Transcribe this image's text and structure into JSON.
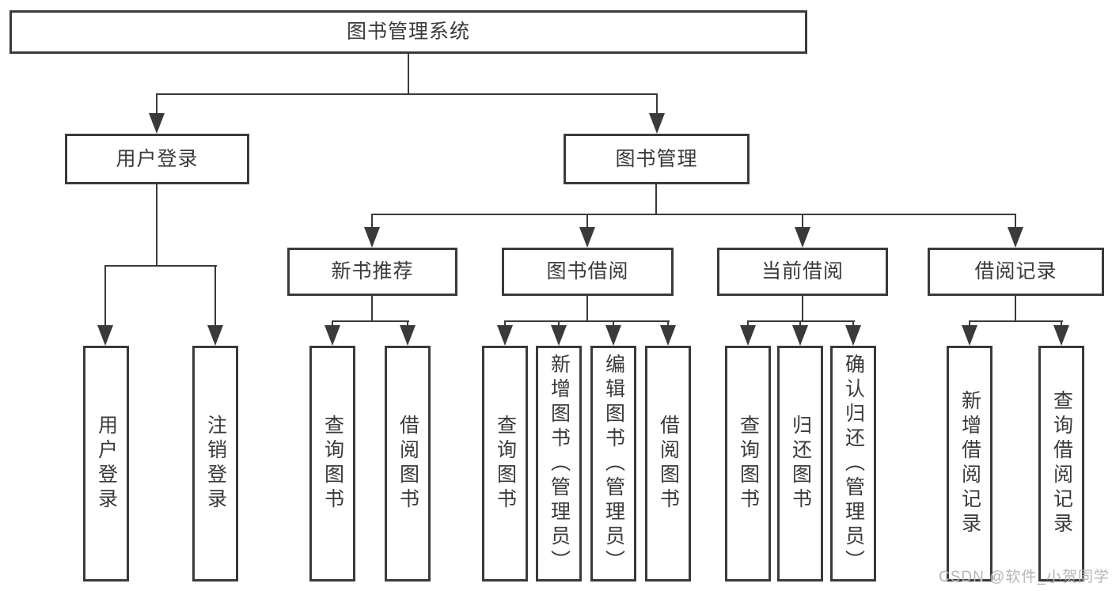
{
  "diagram": {
    "root": {
      "label": "图书管理系统"
    },
    "branches": [
      {
        "label": "用户登录",
        "children": [
          {
            "label": "用户登录"
          },
          {
            "label": "注销登录"
          }
        ]
      },
      {
        "label": "图书管理",
        "children": [
          {
            "label": "新书推荐",
            "children": [
              {
                "label": "查询图书"
              },
              {
                "label": "借阅图书"
              }
            ]
          },
          {
            "label": "图书借阅",
            "children": [
              {
                "label": "查询图书"
              },
              {
                "label": "新增图书（管理员）"
              },
              {
                "label": "编辑图书（管理员）"
              },
              {
                "label": "借阅图书"
              }
            ]
          },
          {
            "label": "当前借阅",
            "children": [
              {
                "label": "查询图书"
              },
              {
                "label": "归还图书"
              },
              {
                "label": "确认归还（管理员）"
              }
            ]
          },
          {
            "label": "借阅记录",
            "children": [
              {
                "label": "新增借阅记录"
              },
              {
                "label": "查询借阅记录"
              }
            ]
          }
        ]
      }
    ]
  },
  "watermark": {
    "text": "CSDN @软件_小贺同学"
  },
  "colors": {
    "background": "#ffffff",
    "border": "#3a3a3a",
    "line": "#3a3a3a",
    "text": "#3a3a3a",
    "watermark": "#b5b5b5"
  }
}
